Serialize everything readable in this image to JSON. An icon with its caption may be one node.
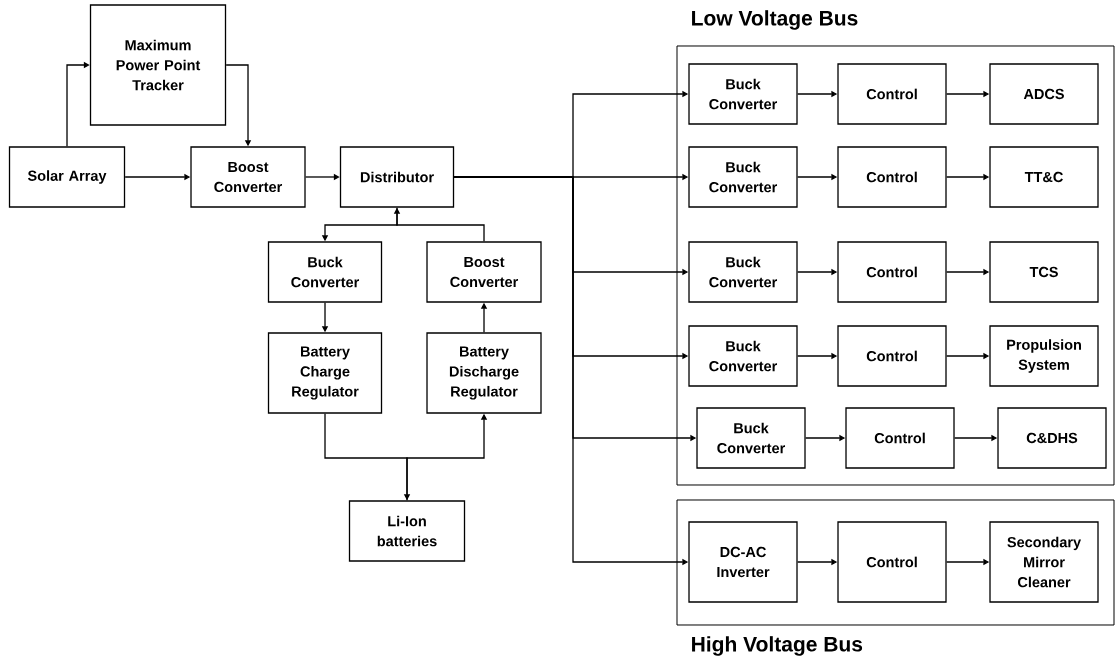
{
  "diagram": {
    "nodes": [
      {
        "text": [
          "Solar Array"
        ]
      },
      {
        "text": [
          "Maximum Power Point Tracker"
        ]
      },
      {
        "text": [
          "Boost Converter"
        ]
      },
      {
        "text": [
          "Distributor"
        ]
      },
      {
        "text": [
          "Buck Converter"
        ]
      },
      {
        "text": [
          "Boost Converter"
        ]
      },
      {
        "text": [
          "Battery Charge Regulator"
        ]
      },
      {
        "text": [
          "Battery Discharge Regulator"
        ]
      },
      {
        "text": [
          "Li-Ion batteries"
        ]
      },
      {
        "text": [
          "Low Voltage Bus"
        ]
      },
      {
        "text": [
          "Buck Converter"
        ],
        "in": 9
      },
      {
        "text": [
          "Control"
        ],
        "in": 9
      },
      {
        "text": [
          "ADCS"
        ],
        "in": 9
      },
      {
        "text": [
          "Buck Converter"
        ],
        "in": 9
      },
      {
        "text": [
          "Control"
        ],
        "in": 9
      },
      {
        "text": [
          "TT&C"
        ],
        "in": 9
      },
      {
        "text": [
          "Buck Converter"
        ],
        "in": 9
      },
      {
        "text": [
          "Control"
        ],
        "in": 9
      },
      {
        "text": [
          "TCS"
        ],
        "in": 9
      },
      {
        "text": [
          "Buck Converter"
        ],
        "in": 9
      },
      {
        "text": [
          "Control"
        ],
        "in": 9
      },
      {
        "text": [
          "Propulsion System"
        ],
        "in": 9
      },
      {
        "text": [
          "Buck Converter"
        ],
        "in": 9
      },
      {
        "text": [
          "Control"
        ],
        "in": 9
      },
      {
        "text": [
          "C&DHS"
        ],
        "in": 9
      },
      {
        "text": [
          "High Voltage Bus"
        ]
      },
      {
        "text": [
          "DC-AC Inverter"
        ],
        "in": 25
      },
      {
        "text": [
          "Control"
        ],
        "in": 25
      },
      {
        "text": [
          "Secondary Mirror Cleaner"
        ],
        "in": 25
      }
    ],
    "edges": [
      {
        "from": 0,
        "to": 1,
        "arrow": "to"
      },
      {
        "from": 1,
        "to": 2,
        "arrow": "to"
      },
      {
        "from": 0,
        "to": 2,
        "arrow": "to"
      },
      {
        "from": 2,
        "to": 3,
        "arrow": "to"
      },
      {
        "from": 3,
        "to": 4,
        "arrow": "to"
      },
      {
        "from": 5,
        "to": 3,
        "arrow": "to"
      },
      {
        "from": 4,
        "to": 6,
        "arrow": "to"
      },
      {
        "from": 6,
        "to": 8,
        "arrow": "to"
      },
      {
        "from": 8,
        "to": 7,
        "arrow": "to"
      },
      {
        "from": 7,
        "to": 5,
        "arrow": "to"
      },
      {
        "from": 3,
        "to": 10,
        "arrow": "to"
      },
      {
        "from": 3,
        "to": 13,
        "arrow": "to"
      },
      {
        "from": 3,
        "to": 16,
        "arrow": "to"
      },
      {
        "from": 3,
        "to": 19,
        "arrow": "to"
      },
      {
        "from": 3,
        "to": 22,
        "arrow": "to"
      },
      {
        "from": 3,
        "to": 26,
        "arrow": "to"
      },
      {
        "from": 10,
        "to": 11,
        "arrow": "to"
      },
      {
        "from": 11,
        "to": 12,
        "arrow": "to"
      },
      {
        "from": 13,
        "to": 14,
        "arrow": "to"
      },
      {
        "from": 14,
        "to": 15,
        "arrow": "to"
      },
      {
        "from": 16,
        "to": 17,
        "arrow": "to"
      },
      {
        "from": 17,
        "to": 18,
        "arrow": "to"
      },
      {
        "from": 19,
        "to": 20,
        "arrow": "to"
      },
      {
        "from": 20,
        "to": 21,
        "arrow": "to"
      },
      {
        "from": 22,
        "to": 23,
        "arrow": "to"
      },
      {
        "from": 23,
        "to": 24,
        "arrow": "to"
      },
      {
        "from": 26,
        "to": 27,
        "arrow": "to"
      },
      {
        "from": 27,
        "to": 28,
        "arrow": "to"
      }
    ]
  }
}
